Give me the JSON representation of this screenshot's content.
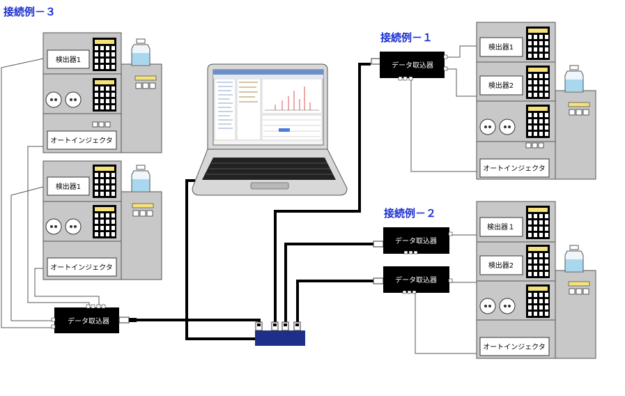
{
  "titles": {
    "example3": "接続例－３",
    "example1": "接続例－１",
    "example2": "接続例－２"
  },
  "labels": {
    "detector1": "検出器1",
    "detector1_wide": "検出器１",
    "detector2": "検出器2",
    "autoinjector": "オートインジェクタ",
    "data_logger": "データ取込器"
  },
  "colors": {
    "title": "#1a2fd0",
    "instrument": "#c8c8c8",
    "logger": "#000000",
    "hub": "#1e2f8a",
    "cable": "#000000"
  }
}
